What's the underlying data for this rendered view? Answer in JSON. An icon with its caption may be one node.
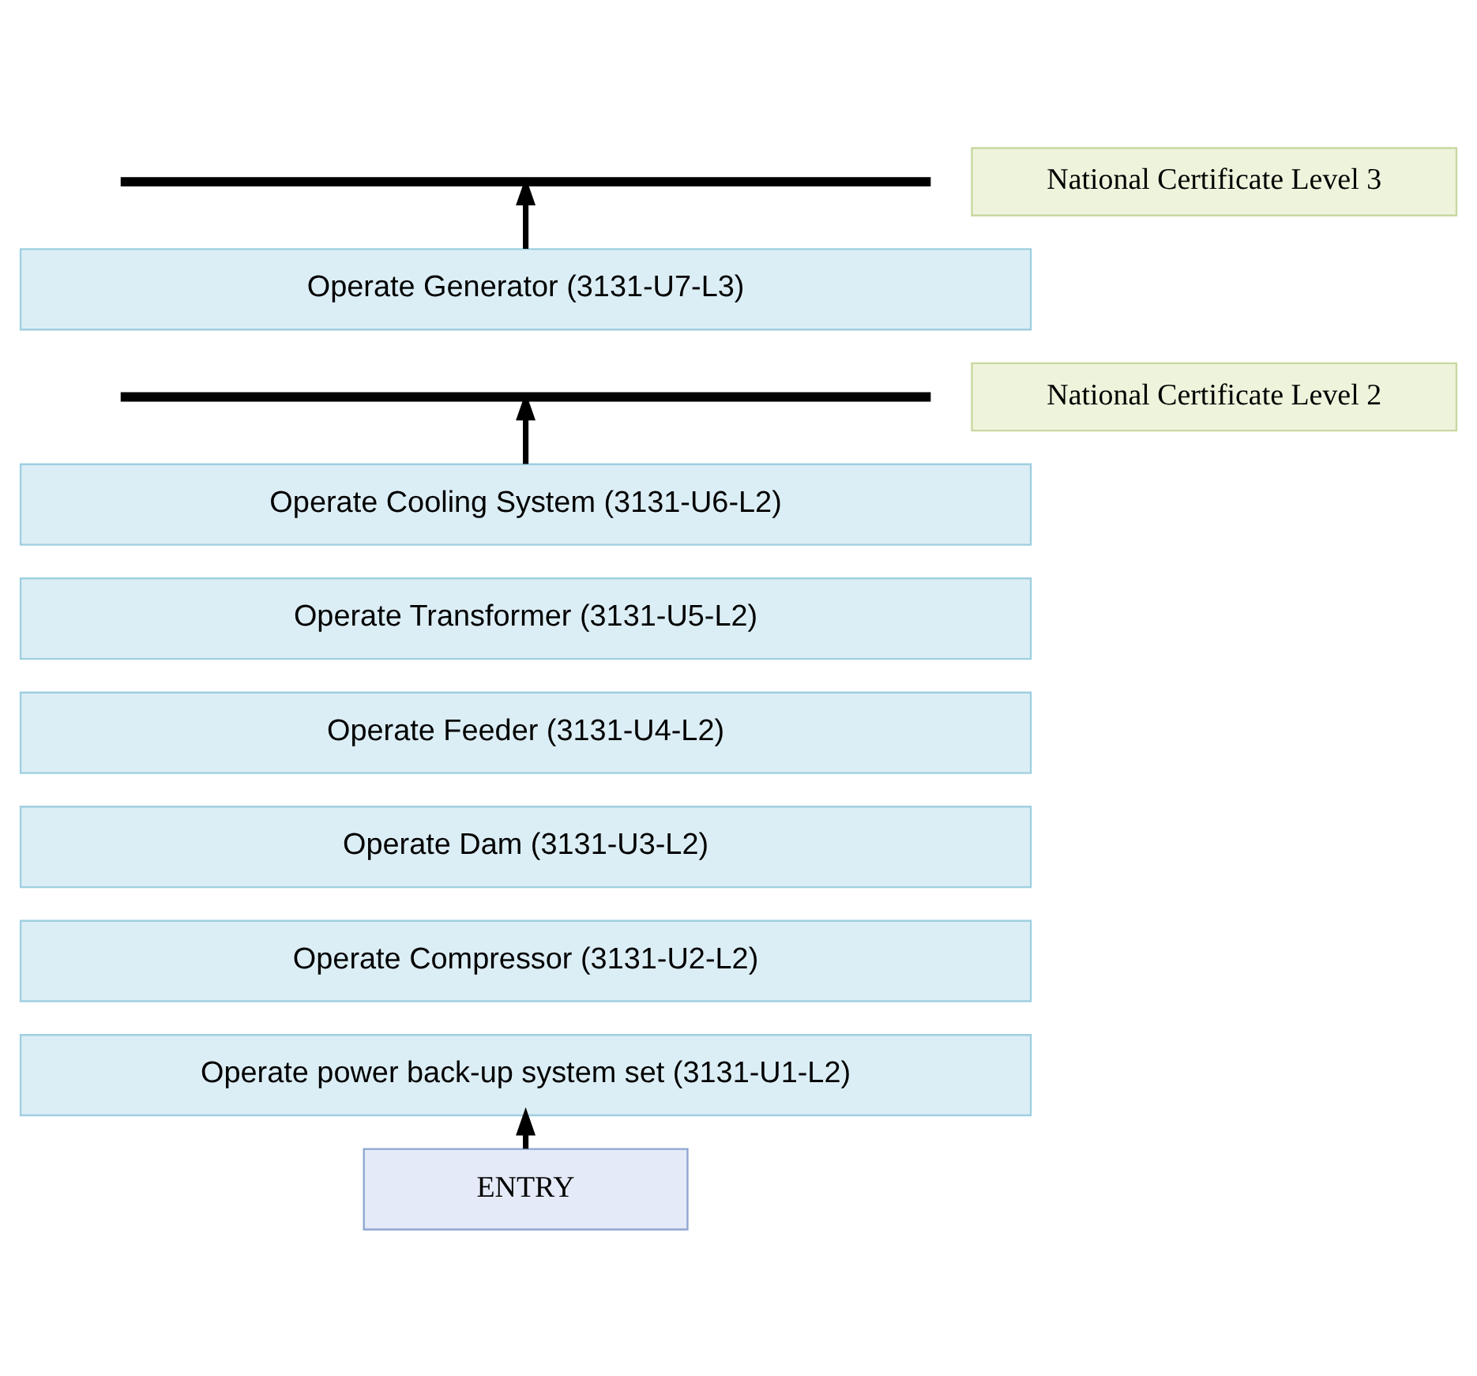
{
  "diagram": {
    "nodes": [
      {
        "text": [],
        "shape": "bar"
      },
      {
        "text": [
          "National Certificate Level 3"
        ]
      },
      {
        "text": [
          "Operate Generator (3131-U7-L3)"
        ]
      },
      {
        "text": [],
        "shape": "bar"
      },
      {
        "text": [
          "National Certificate Level 2"
        ]
      },
      {
        "text": [
          "Operate Cooling System (3131-U6-L2)"
        ]
      },
      {
        "text": [
          "Operate Transformer (3131-U5-L2)"
        ]
      },
      {
        "text": [
          "Operate Feeder (3131-U4-L2)"
        ]
      },
      {
        "text": [
          "Operate Dam (3131-U3-L2)"
        ]
      },
      {
        "text": [
          "Operate Compressor (3131-U2-L2)"
        ]
      },
      {
        "text": [
          "Operate power back-up system set (3131-U1-L2)"
        ]
      },
      {
        "text": [
          "ENTRY"
        ]
      }
    ],
    "edges": [
      {
        "from": 2,
        "to": 0,
        "arrow": "to"
      },
      {
        "from": 5,
        "to": 3,
        "arrow": "to"
      },
      {
        "from": 11,
        "to": 10,
        "arrow": "to"
      }
    ]
  }
}
